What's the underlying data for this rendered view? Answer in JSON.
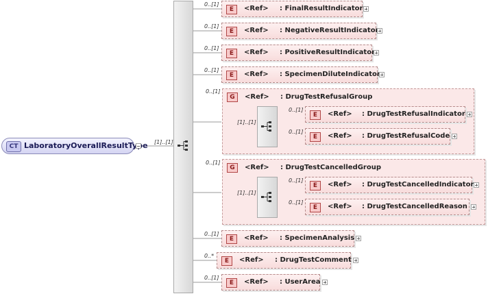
{
  "complex_type": {
    "badge": "CT",
    "name": "LaboratoryOverallResultType",
    "cardinality": "[1]..[1]"
  },
  "ref_label": "<Ref>",
  "elements_top": [
    {
      "badge": "E",
      "name": ": FinalResultIndicator",
      "card": "0..[1]"
    },
    {
      "badge": "E",
      "name": ": NegativeResultIndicator",
      "card": "0..[1]"
    },
    {
      "badge": "E",
      "name": ": PositiveResultIndicator",
      "card": "0..[1]"
    },
    {
      "badge": "E",
      "name": ": SpecimenDiluteIndicator",
      "card": "0..[1]"
    }
  ],
  "groups": [
    {
      "badge": "G",
      "name": ": DrugTestRefusalGroup",
      "card": "0..[1]",
      "seq_card": "[1]..[1]",
      "children": [
        {
          "badge": "E",
          "name": ": DrugTestRefusalIndicator",
          "card": "0..[1]"
        },
        {
          "badge": "E",
          "name": ": DrugTestRefusalCode",
          "card": "0..[1]"
        }
      ]
    },
    {
      "badge": "G",
      "name": ": DrugTestCancelledGroup",
      "card": "0..[1]",
      "seq_card": "[1]..[1]",
      "children": [
        {
          "badge": "E",
          "name": ": DrugTestCancelledIndicator",
          "card": "0..[1]"
        },
        {
          "badge": "E",
          "name": ": DrugTestCancelledReason",
          "card": "0..[1]"
        }
      ]
    }
  ],
  "elements_bottom": [
    {
      "badge": "E",
      "name": ": SpecimenAnalysis",
      "card": "0..[1]"
    },
    {
      "badge": "E",
      "name": ": DrugTestComment",
      "card": "0..*"
    },
    {
      "badge": "E",
      "name": ": UserArea",
      "card": "0..[1]"
    }
  ],
  "colors": {
    "element_fill": "#f8dcdc",
    "element_border": "#b58b8b",
    "complex_type_fill": "#d4d4f2"
  }
}
